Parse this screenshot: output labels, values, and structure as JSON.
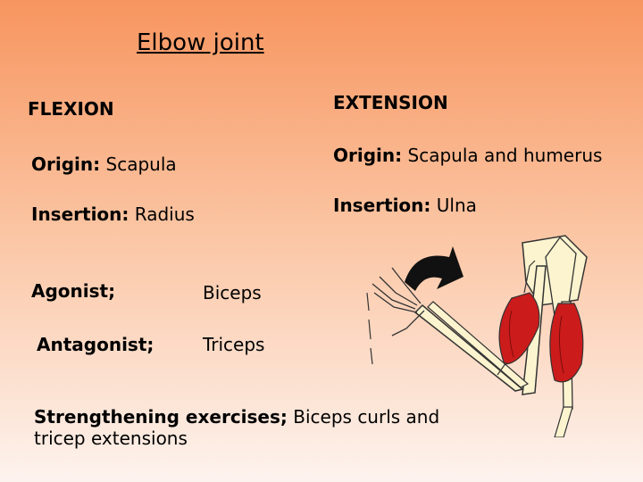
{
  "slide": {
    "title": "Elbow joint",
    "flexion": {
      "heading": "FLEXION",
      "origin_label": "Origin:",
      "origin_value": " Scapula",
      "insertion_label": "Insertion:",
      "insertion_value": " Radius"
    },
    "extension": {
      "heading": "EXTENSION",
      "origin_label": "Origin:",
      "origin_value": " Scapula and humerus",
      "insertion_label": "Insertion:",
      "insertion_value": " Ulna"
    },
    "agonist_label": "Agonist;",
    "agonist_value": "Biceps",
    "antagonist_label": "Antagonist;",
    "antagonist_value": "Triceps",
    "exercises_label": "Strengthening exercises;",
    "exercises_value": " Biceps curls and tricep extensions"
  },
  "colors": {
    "background_top": "#f7955f",
    "background_bottom": "#fdf3ee",
    "muscle": "#cc1b1b",
    "bone": "#fbf4cf",
    "arrow": "#111111"
  },
  "illustration": {
    "icon": "arm-muscles-illustration"
  }
}
